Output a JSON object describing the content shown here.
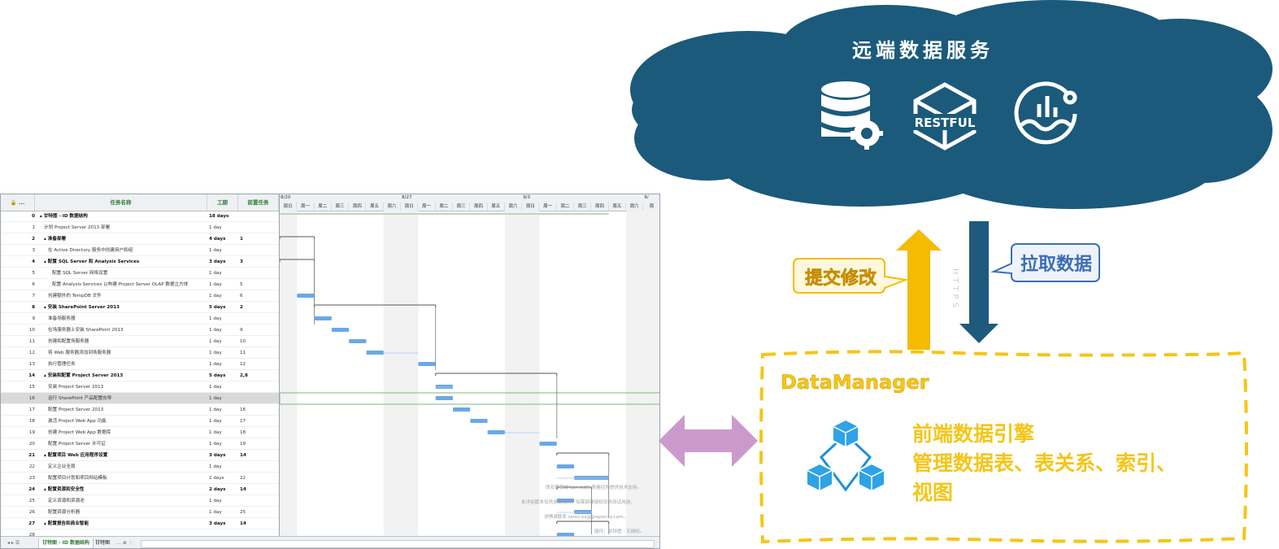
{
  "cloud": {
    "title": "远端数据服务",
    "icons": [
      "database-gear-icon",
      "restful-cube-icon",
      "data-analytics-icon"
    ],
    "restful_label": "RESTFUL",
    "color": "#1b5a7a"
  },
  "arrows": {
    "submit_label": "提交修改",
    "pull_label": "拉取数据",
    "vertical_text": "HTTPS",
    "up_color": "#f5bb00",
    "down_color": "#1f5a7e",
    "sync_color": "#cc99cc"
  },
  "data_manager": {
    "title": "DataManager",
    "line1": "前端数据引擎",
    "line2": "管理数据表、表关系、索引、",
    "line3": "视图",
    "border_color": "#f5c518",
    "icon": "cubes-network-icon"
  },
  "gantt": {
    "columns": {
      "name": "任务名称",
      "duration": "工期",
      "predecessor": "前置任务"
    },
    "weeks": [
      {
        "label": "8/20",
        "start": 0
      },
      {
        "label": "8/27",
        "start": 7
      },
      {
        "label": "9/3",
        "start": 14
      },
      {
        "label": "9/",
        "start": 21
      }
    ],
    "day_labels": [
      "周日",
      "周一",
      "周二",
      "周三",
      "周四",
      "周五",
      "周六",
      "周日",
      "周一",
      "周二",
      "周三",
      "周四",
      "周五",
      "周六",
      "周日",
      "周一",
      "周二",
      "周三",
      "周四",
      "周五",
      "周六",
      "周"
    ],
    "rows": [
      {
        "id": "0",
        "name": "甘特图 - ID 数据结构",
        "dur": "18 days",
        "pre": "",
        "level": 0,
        "summary": true
      },
      {
        "id": "1",
        "name": "计划 Project Server 2013 部署",
        "dur": "1 day",
        "pre": "",
        "level": 1
      },
      {
        "id": "2",
        "name": "准备部署",
        "dur": "4 days",
        "pre": "1",
        "level": 1,
        "summary": true
      },
      {
        "id": "3",
        "name": "在 Active Directory 服务中创建用户和组",
        "dur": "1 day",
        "pre": "",
        "level": 2
      },
      {
        "id": "4",
        "name": "配置 SQL Server 和 Analysis Services",
        "dur": "3 days",
        "pre": "3",
        "level": 1,
        "summary": true
      },
      {
        "id": "5",
        "name": "配置 SQL Server 网络设置",
        "dur": "1 day",
        "pre": "",
        "level": 3
      },
      {
        "id": "6",
        "name": "配置 Analysis Services 以构建 Project Server OLAP 数据立方体",
        "dur": "1 day",
        "pre": "5",
        "level": 3
      },
      {
        "id": "7",
        "name": "创建额外的 TempDB 文件",
        "dur": "1 day",
        "pre": "6",
        "level": 2
      },
      {
        "id": "8",
        "name": "安装 SharePoint Server 2013",
        "dur": "5 days",
        "pre": "2",
        "level": 1,
        "summary": true
      },
      {
        "id": "9",
        "name": "准备场服务器",
        "dur": "1 day",
        "pre": "",
        "level": 2
      },
      {
        "id": "10",
        "name": "在场服务器上安装 SharePoint 2013",
        "dur": "1 day",
        "pre": "9",
        "level": 2
      },
      {
        "id": "11",
        "name": "创建和配置场服务器",
        "dur": "1 day",
        "pre": "10",
        "level": 2
      },
      {
        "id": "12",
        "name": "将 Web 服务器添加到场服务器",
        "dur": "1 day",
        "pre": "11",
        "level": 2
      },
      {
        "id": "13",
        "name": "执行管理任务",
        "dur": "1 day",
        "pre": "12",
        "level": 2
      },
      {
        "id": "14",
        "name": "安装和配置 Project Server 2013",
        "dur": "5 days",
        "pre": "2,8",
        "level": 1,
        "summary": true
      },
      {
        "id": "15",
        "name": "安装 Project Server 2013",
        "dur": "1 day",
        "pre": "",
        "level": 2
      },
      {
        "id": "16",
        "name": "运行 SharePoint 产品配置向导",
        "dur": "1 day",
        "pre": "",
        "level": 2,
        "selected": true
      },
      {
        "id": "17",
        "name": "配置 Project Server 2013",
        "dur": "1 day",
        "pre": "16",
        "level": 2
      },
      {
        "id": "18",
        "name": "激活 Project Web App 功能",
        "dur": "1 day",
        "pre": "17",
        "level": 2
      },
      {
        "id": "19",
        "name": "创建 Project Web App 数据库",
        "dur": "1 day",
        "pre": "18",
        "level": 2
      },
      {
        "id": "20",
        "name": "配置 Project Server 许可证",
        "dur": "1 day",
        "pre": "19",
        "level": 2
      },
      {
        "id": "21",
        "name": "配置项目 Web 应用程序设置",
        "dur": "3 days",
        "pre": "14",
        "level": 1,
        "summary": true
      },
      {
        "id": "22",
        "name": "定义企业全局",
        "dur": "1 day",
        "pre": "",
        "level": 2
      },
      {
        "id": "23",
        "name": "配置项目计划和项目网站模板",
        "dur": "2 days",
        "pre": "22",
        "level": 2
      },
      {
        "id": "24",
        "name": "配置资源和安全性",
        "dur": "2 days",
        "pre": "14",
        "level": 1,
        "summary": true
      },
      {
        "id": "25",
        "name": "定义资源和资源池",
        "dur": "1 day",
        "pre": "",
        "level": 2
      },
      {
        "id": "26",
        "name": "配置资源分析器",
        "dur": "1 day",
        "pre": "25",
        "level": 2
      },
      {
        "id": "27",
        "name": "配置报告和商业智能",
        "dur": "3 days",
        "pre": "14",
        "level": 1,
        "summary": true
      },
      {
        "id": "28",
        "name": "",
        "dur": "",
        "pre": "",
        "level": 2
      }
    ],
    "bars": [
      {
        "row": 7,
        "start": 1,
        "len": 1
      },
      {
        "row": 9,
        "start": 2,
        "len": 1
      },
      {
        "row": 10,
        "start": 3,
        "len": 1
      },
      {
        "row": 11,
        "start": 4,
        "len": 1
      },
      {
        "row": 12,
        "start": 5,
        "len": 1
      },
      {
        "row": 13,
        "start": 8,
        "len": 1
      },
      {
        "row": 15,
        "start": 9,
        "len": 1
      },
      {
        "row": 16,
        "start": 9,
        "len": 1
      },
      {
        "row": 17,
        "start": 10,
        "len": 1
      },
      {
        "row": 18,
        "start": 11,
        "len": 1
      },
      {
        "row": 19,
        "start": 12,
        "len": 1
      },
      {
        "row": 20,
        "start": 15,
        "len": 1
      },
      {
        "row": 22,
        "start": 16,
        "len": 1
      },
      {
        "row": 23,
        "start": 17,
        "len": 2
      },
      {
        "row": 25,
        "start": 16,
        "len": 1
      },
      {
        "row": 26,
        "start": 17,
        "len": 1
      },
      {
        "row": 28,
        "start": 16,
        "len": 1
      }
    ],
    "summaries": [
      {
        "row": 0,
        "start": 0,
        "len": 19
      },
      {
        "row": 2,
        "start": 0,
        "len": 2
      },
      {
        "row": 4,
        "start": 0,
        "len": 2
      },
      {
        "row": 8,
        "start": 2,
        "len": 7
      },
      {
        "row": 14,
        "start": 9,
        "len": 7
      },
      {
        "row": 21,
        "start": 16,
        "len": 3
      },
      {
        "row": 24,
        "start": 16,
        "len": 2
      },
      {
        "row": 27,
        "start": 16,
        "len": 3
      }
    ],
    "watermark": [
      "西安葡萄城 SpreadJS 表格控件提供技术支持。",
      "本评估版本仅供测试使用，如需部署授权仅供测试用途。",
      "详情请联系 sales.xa@grapecity.com。",
      "插件：甘特图 - 无授权。"
    ],
    "tabs": {
      "active": "甘特图 - ID 数据结构",
      "second": "甘特图"
    }
  }
}
